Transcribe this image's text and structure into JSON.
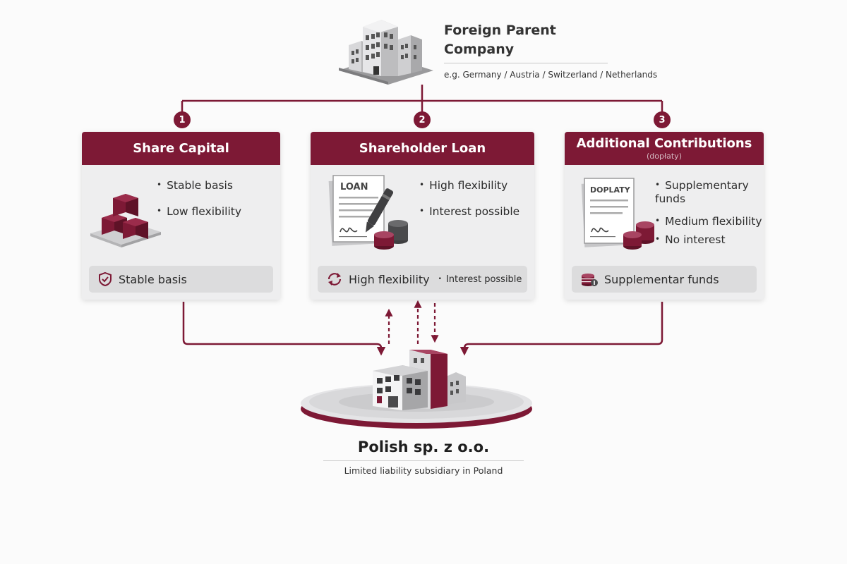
{
  "parent": {
    "title_line1": "Foreign Parent",
    "title_line2": "Company",
    "example": "e.g. Germany  / Austria / Switzerland / Netherlands"
  },
  "options": [
    {
      "number": "1",
      "title": "Share Capital",
      "bullets": [
        "Stable basis",
        "Low flexibility"
      ],
      "pill_text": "Stable basis",
      "pill_icon": "shield-check-icon"
    },
    {
      "number": "2",
      "title": "Shareholder Loan",
      "doc_label": "LOAN",
      "bullets": [
        "High flexibility",
        "Interest possible"
      ],
      "pill_text": "High flexibility",
      "pill_extra": "Interest possible",
      "pill_icon": "cycle-arrows-icon"
    },
    {
      "number": "3",
      "title": "Additional Contributions",
      "subtitle": "(dopłaty)",
      "doc_label": "DOPLATY",
      "bullets": [
        "Supplementary funds",
        "Medium flexibility",
        "No interest"
      ],
      "pill_text": "Supplementar funds",
      "pill_icon": "coin-stack-icon"
    }
  ],
  "subsidiary": {
    "title": "Polish sp. z o.o.",
    "description": "Limited liability subsidiary in Poland"
  },
  "colors": {
    "accent": "#7d1935",
    "card_bg": "#eeeeef",
    "pill_bg": "#dcdcdd"
  }
}
